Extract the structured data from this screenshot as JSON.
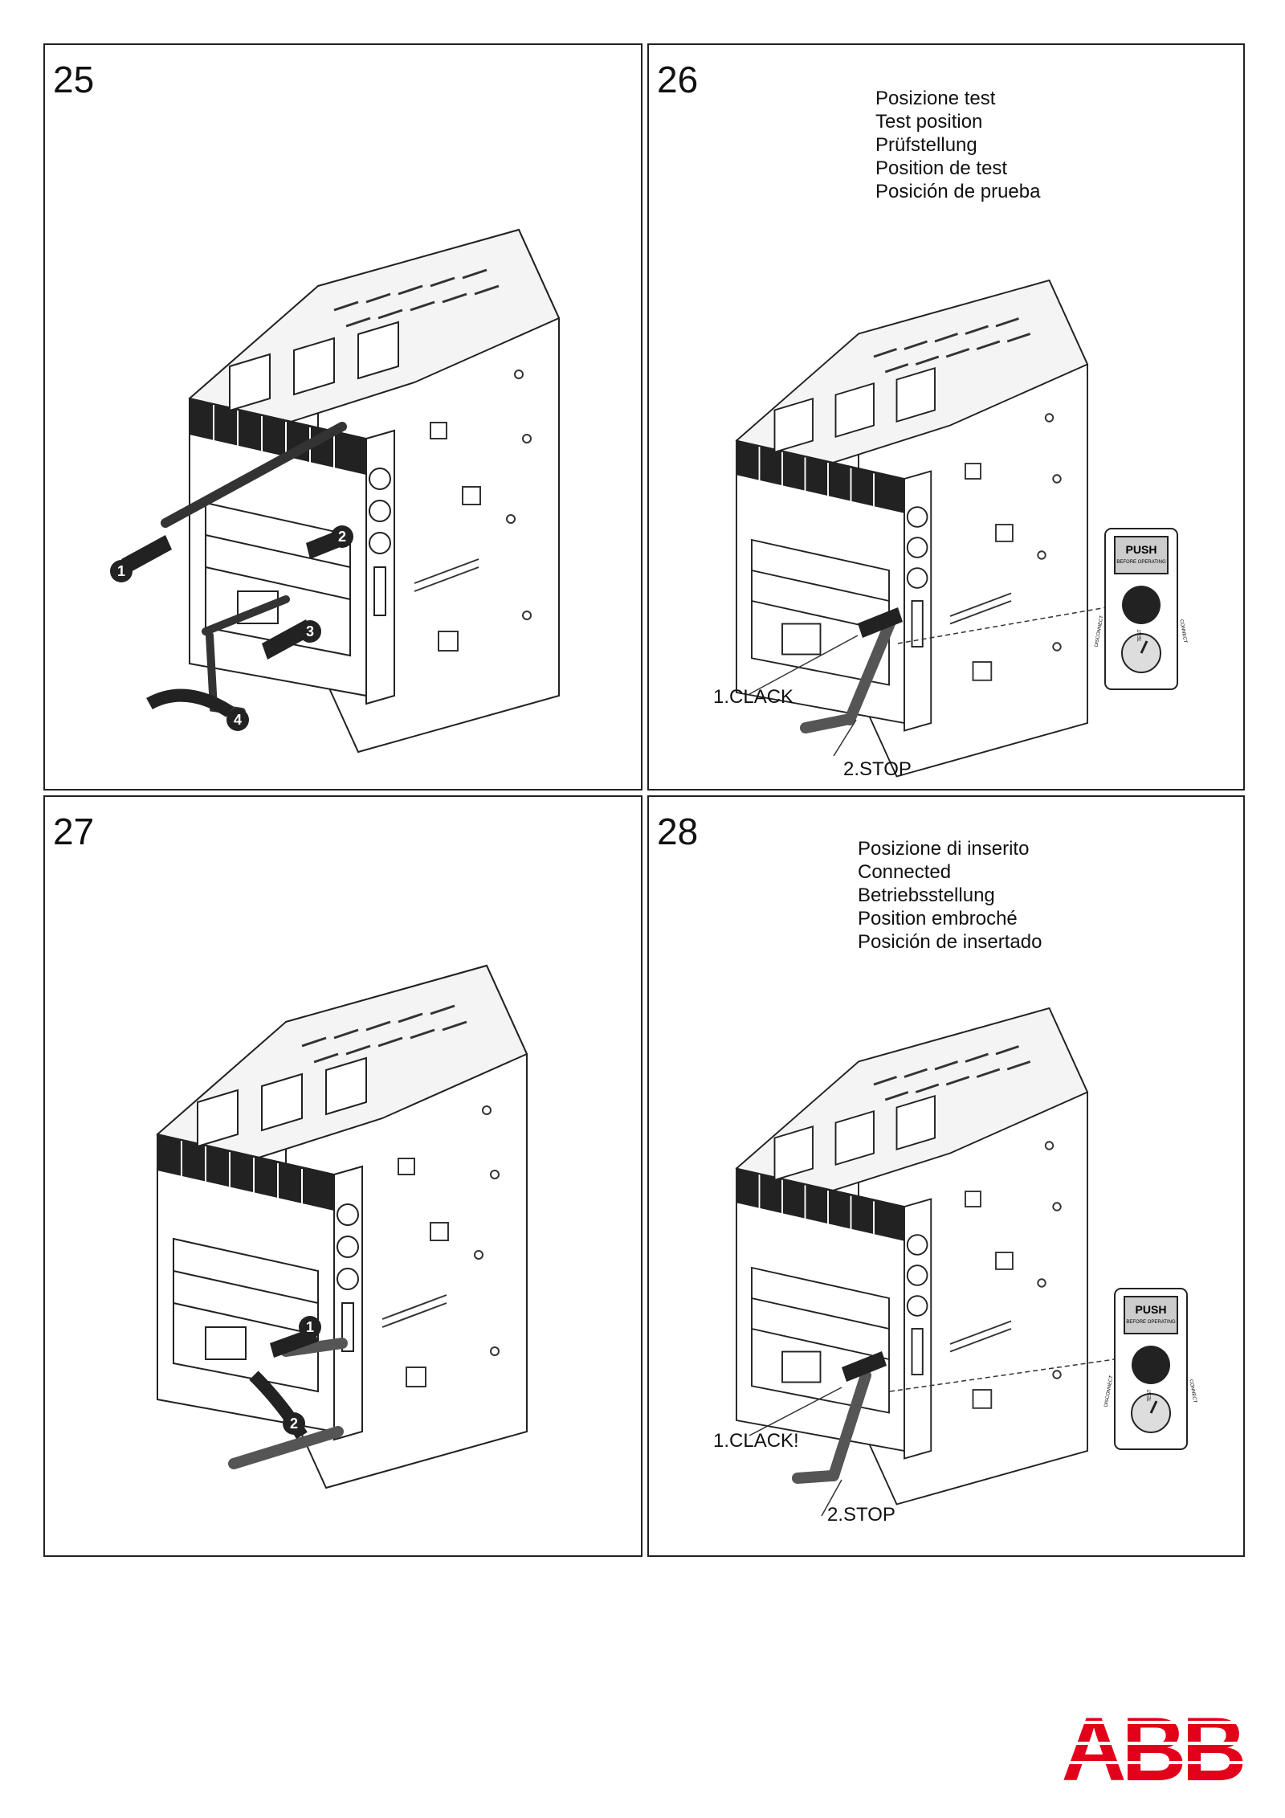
{
  "panels": [
    {
      "number": "25"
    },
    {
      "number": "26",
      "caption": [
        "Posizione test",
        "Test position",
        "Prüfstellung",
        "Position de test",
        "Posición de prueba"
      ],
      "callout_clack": "1.CLACK",
      "callout_stop": "2.STOP",
      "detail": {
        "button_title": "PUSH",
        "button_sub": "BEFORE OPERATING",
        "dial_labels": [
          "DISCONNECT",
          "TEST",
          "CONNECT"
        ]
      }
    },
    {
      "number": "27"
    },
    {
      "number": "28",
      "caption": [
        "Posizione di inserito",
        "Connected",
        "Betriebsstellung",
        "Position embroché",
        "Posición de insertado"
      ],
      "callout_clack": "1.CLACK!",
      "callout_stop": "2.STOP",
      "detail": {
        "button_title": "PUSH",
        "button_sub": "BEFORE OPERATING",
        "dial_labels": [
          "DISCONNECT",
          "TEST",
          "CONNECT"
        ]
      }
    }
  ],
  "step_markers_25": [
    "1",
    "2",
    "3",
    "4"
  ],
  "step_markers_27": [
    "1",
    "2"
  ],
  "logo": {
    "text": "ABB",
    "color": "#e2001a"
  }
}
